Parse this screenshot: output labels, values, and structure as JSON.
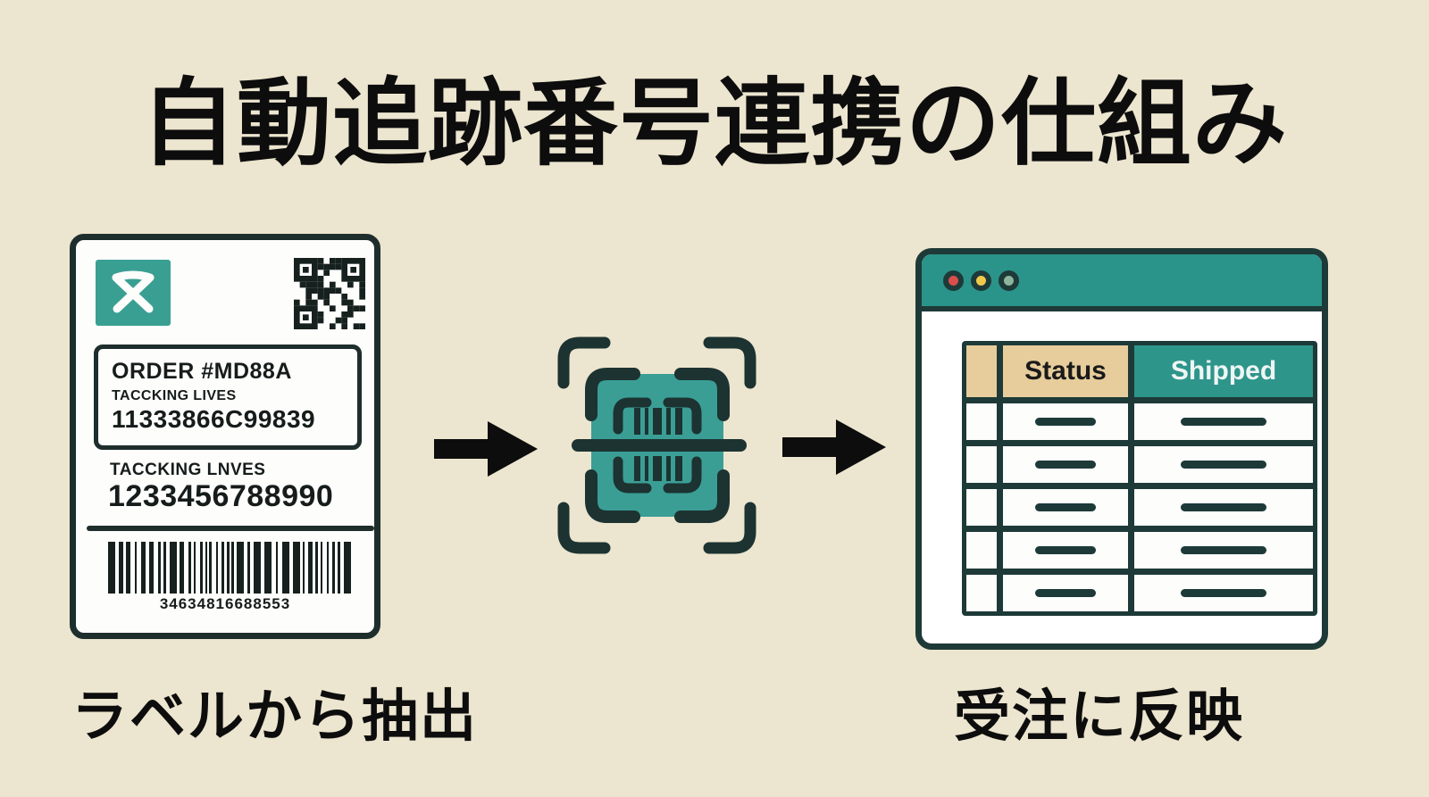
{
  "title": "自動追跡番号連携の仕組み",
  "colors": {
    "background": "#ece5cf",
    "dark_teal_ink": "#1d3a38",
    "teal_accent": "#3a9f93",
    "browser_titlebar_teal": "#2a948a",
    "header_tan": "#e7cd9c",
    "header_teal": "#2e958b",
    "dot_red": "#d94f4c",
    "dot_yellow": "#eec94e",
    "dot_green": "#8db49e",
    "text_black": "#0d0d0d"
  },
  "shipping_label": {
    "order_number": "ORDER #MD88A",
    "tracking_label_primary": "TACCKING LIVES",
    "tracking_number_primary": "11333866C99839",
    "tracking_label_secondary": "TACCKING LNVES",
    "tracking_number_secondary": "1233456788990",
    "barcode_number": "34634816688553",
    "caption": "ラベルから抽出"
  },
  "order_system": {
    "table": {
      "status_header": "Status",
      "shipped_header": "Shipped",
      "row_count": 5
    },
    "caption": "受注に反映"
  }
}
